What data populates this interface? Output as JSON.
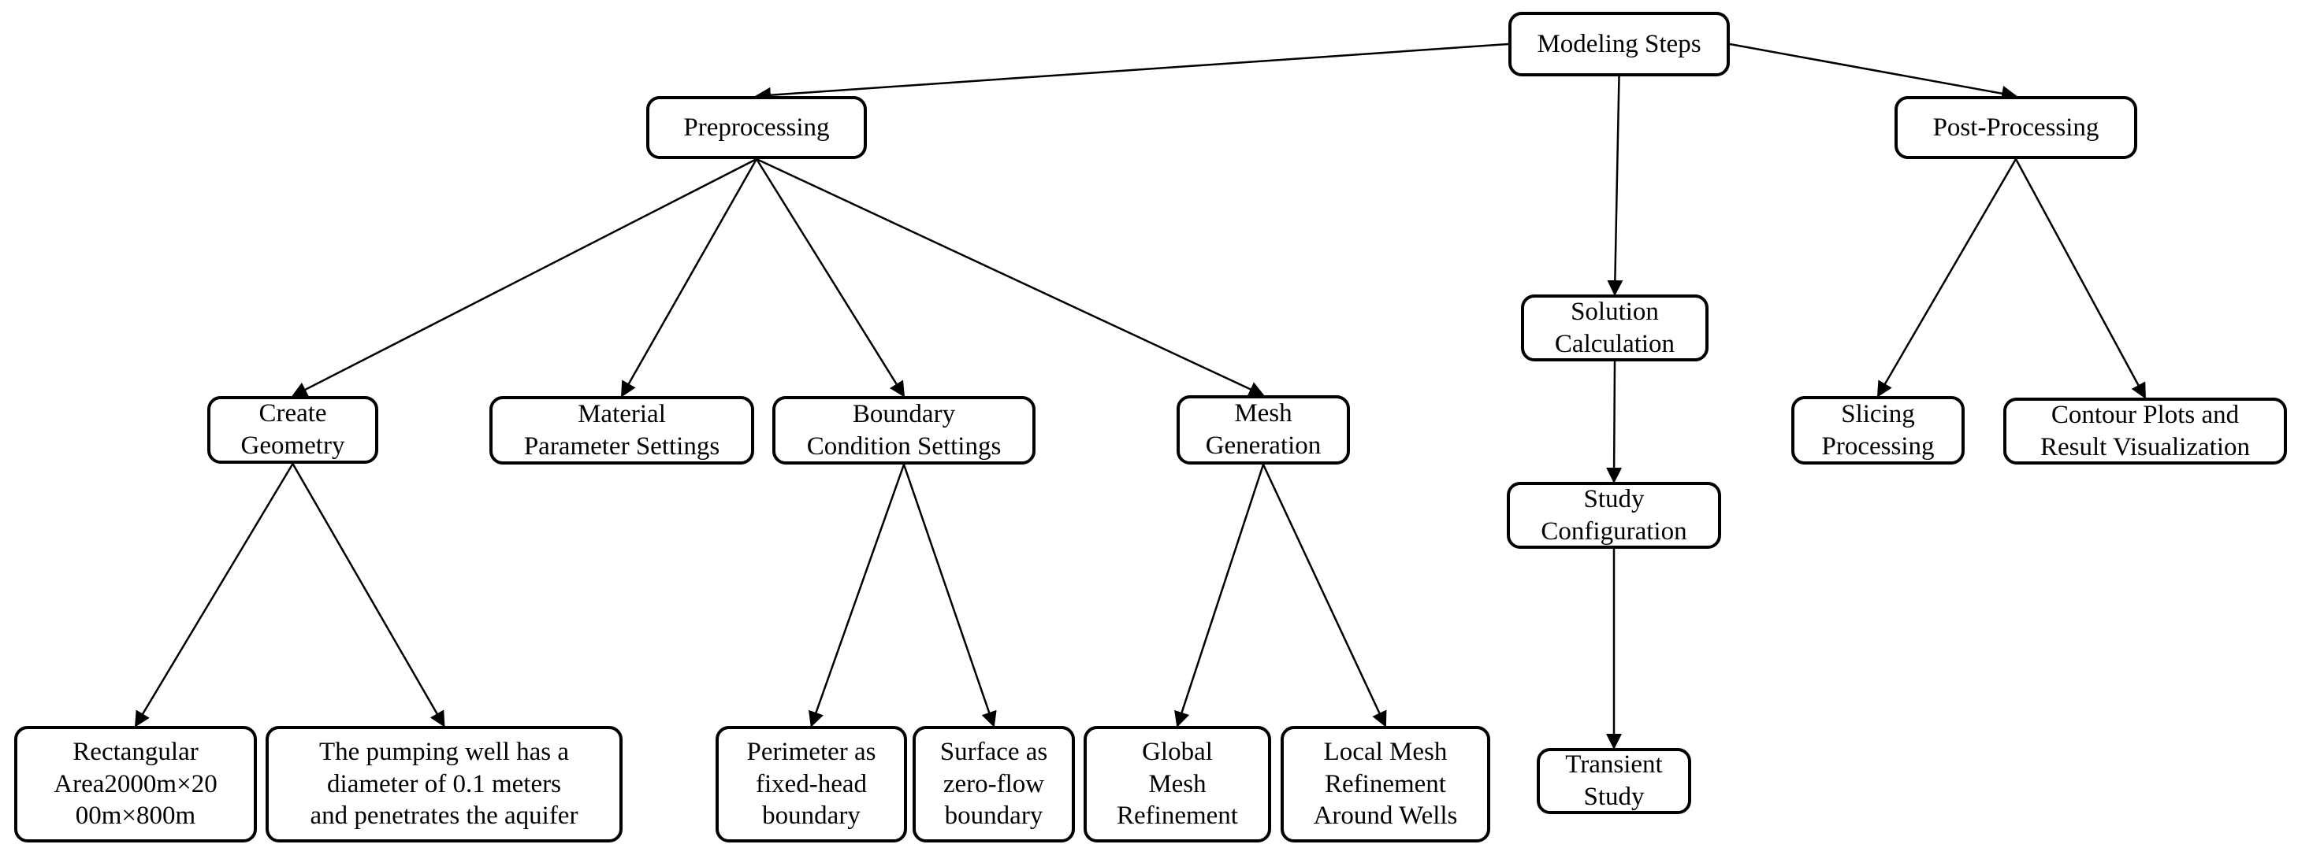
{
  "diagram_title": "Modeling Steps",
  "colors": {
    "background": "#ffffff",
    "box_fill": "#ffffff",
    "box_border": "#000000",
    "text": "#000000",
    "connector": "#000000"
  },
  "nodes": {
    "modeling-steps": {
      "label": "Modeling Steps"
    },
    "preprocessing": {
      "label": "Preprocessing"
    },
    "post-processing": {
      "label": "Post-Processing"
    },
    "create-geometry": {
      "label": "Create\nGeometry"
    },
    "material-parameter-settings": {
      "label": "Material\nParameter Settings"
    },
    "boundary-condition-settings": {
      "label": "Boundary\nCondition Settings"
    },
    "mesh-generation": {
      "label": "Mesh\nGeneration"
    },
    "solution-calculation": {
      "label": "Solution\nCalculation"
    },
    "study-configuration": {
      "label": "Study\nConfiguration"
    },
    "transient-study": {
      "label": "Transient\nStudy"
    },
    "slicing-processing": {
      "label": "Slicing\nProcessing"
    },
    "contour-plots-result-visualization": {
      "label": "Contour Plots and\nResult Visualization"
    },
    "rectangular-area": {
      "label": "Rectangular\nArea2000m×20\n00m×800m"
    },
    "pumping-well": {
      "label": "The pumping well has a\ndiameter of 0.1 meters\nand penetrates the aquifer"
    },
    "perimeter-fixed-head": {
      "label": "Perimeter as\nfixed-head\nboundary"
    },
    "surface-zero-flow": {
      "label": "Surface as\nzero-flow\nboundary"
    },
    "global-mesh-refinement": {
      "label": "Global\nMesh\nRefinement"
    },
    "local-mesh-refinement": {
      "label": "Local Mesh\nRefinement\nAround Wells"
    }
  },
  "edges": [
    {
      "from": "modeling-steps",
      "to": "preprocessing",
      "side": "left"
    },
    {
      "from": "modeling-steps",
      "to": "post-processing",
      "side": "right"
    },
    {
      "from": "modeling-steps",
      "to": "solution-calculation",
      "side": "bottom"
    },
    {
      "from": "preprocessing",
      "to": "create-geometry",
      "side": "bottom"
    },
    {
      "from": "preprocessing",
      "to": "material-parameter-settings",
      "side": "bottom"
    },
    {
      "from": "preprocessing",
      "to": "boundary-condition-settings",
      "side": "bottom"
    },
    {
      "from": "preprocessing",
      "to": "mesh-generation",
      "side": "bottom"
    },
    {
      "from": "post-processing",
      "to": "slicing-processing",
      "side": "bottom"
    },
    {
      "from": "post-processing",
      "to": "contour-plots-result-visualization",
      "side": "bottom"
    },
    {
      "from": "create-geometry",
      "to": "rectangular-area",
      "side": "bottom"
    },
    {
      "from": "create-geometry",
      "to": "pumping-well",
      "side": "bottom"
    },
    {
      "from": "boundary-condition-settings",
      "to": "perimeter-fixed-head",
      "side": "bottom"
    },
    {
      "from": "boundary-condition-settings",
      "to": "surface-zero-flow",
      "side": "bottom"
    },
    {
      "from": "mesh-generation",
      "to": "global-mesh-refinement",
      "side": "bottom"
    },
    {
      "from": "mesh-generation",
      "to": "local-mesh-refinement",
      "side": "bottom"
    },
    {
      "from": "solution-calculation",
      "to": "study-configuration",
      "side": "bottom"
    },
    {
      "from": "study-configuration",
      "to": "transient-study",
      "side": "bottom"
    }
  ]
}
